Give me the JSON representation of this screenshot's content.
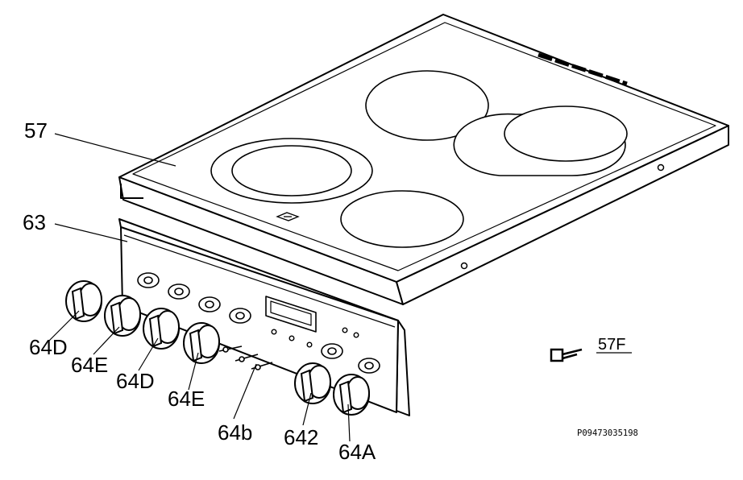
{
  "labels": {
    "hob": "57",
    "control_panel": "63",
    "knob_1": "64D",
    "knob_2": "64E",
    "knob_3": "64D",
    "knob_4": "64E",
    "knob_shaft": "64b",
    "knob_5": "642",
    "knob_6": "64A",
    "clip": "57F"
  },
  "reference_code": "P09473035198",
  "colors": {
    "line": "#000000",
    "background": "#ffffff"
  }
}
